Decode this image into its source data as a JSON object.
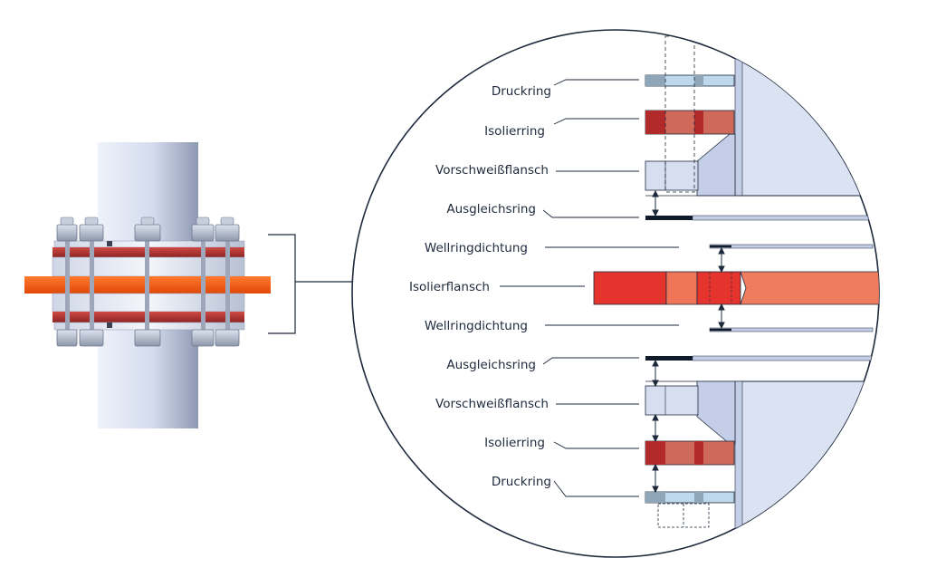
{
  "labels": {
    "druckring_top": "Druckring",
    "isolierring_top": "Isolierring",
    "vorschweiss_top": "Vorschweißflansch",
    "ausgleich_top": "Ausgleichsring",
    "wellring_top": "Wellringdichtung",
    "isolierflansch": "Isolierflansch",
    "wellring_bottom": "Wellringdichtung",
    "ausgleich_bottom": "Ausgleichsring",
    "vorschweiss_bottom": "Vorschweißflansch",
    "isolierring_bottom": "Isolierring",
    "druckring_bottom": "Druckring"
  },
  "colors": {
    "pipe": "#d8dff0",
    "flange_red": "#b43232",
    "isolierflansch_orange": "#f25a14",
    "ink": "#1e2a3c"
  }
}
